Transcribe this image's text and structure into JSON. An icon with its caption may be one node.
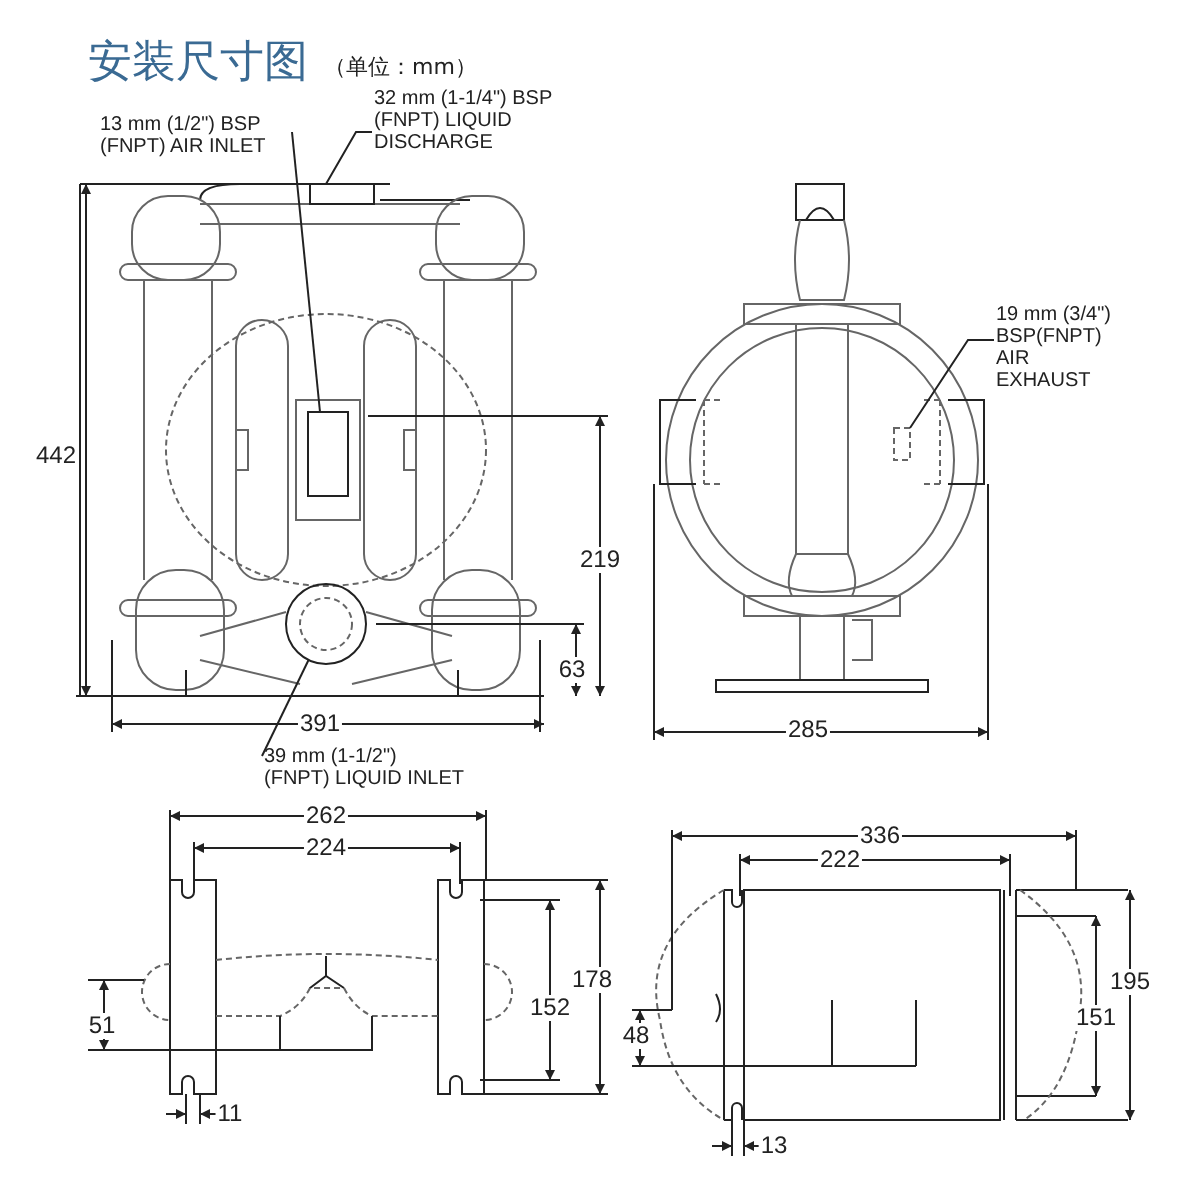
{
  "diagram": {
    "title": "安装尺寸图",
    "nodes": [
      {
        "text": [
          "13 mm (1/2\") BSP (FNPT) AIR INLET"
        ]
      },
      {
        "text": [
          "32 mm (1-1/4\") BSP (FNPT) LIQUID DISCHARGE"
        ]
      },
      {
        "text": [
          "39 mm (1-1/2\") (FNPT) LIQUID INLET"
        ]
      },
      {
        "text": [
          "19 mm (3/4\") BSP(FNPT) AIR EXHAUST"
        ]
      },
      {
        "text": [],
        "shape": "box"
      },
      {
        "text": [],
        "shape": "box"
      },
      {
        "text": [],
        "shape": "circle"
      },
      {
        "text": [],
        "shape": "box"
      }
    ],
    "edges": [
      {
        "from": 0,
        "to": 4,
        "arrow": "none"
      },
      {
        "from": 1,
        "to": 5,
        "arrow": "none"
      },
      {
        "from": 2,
        "to": 6,
        "arrow": "none"
      },
      {
        "from": 3,
        "to": 7,
        "arrow": "none"
      }
    ],
    "labels": [
      "（单位：mm）",
      "442",
      "219",
      "63",
      "391",
      "285",
      "262",
      "224",
      "51",
      "11",
      "178",
      "152",
      "336",
      "222",
      "48",
      "13",
      "195",
      "151"
    ]
  }
}
